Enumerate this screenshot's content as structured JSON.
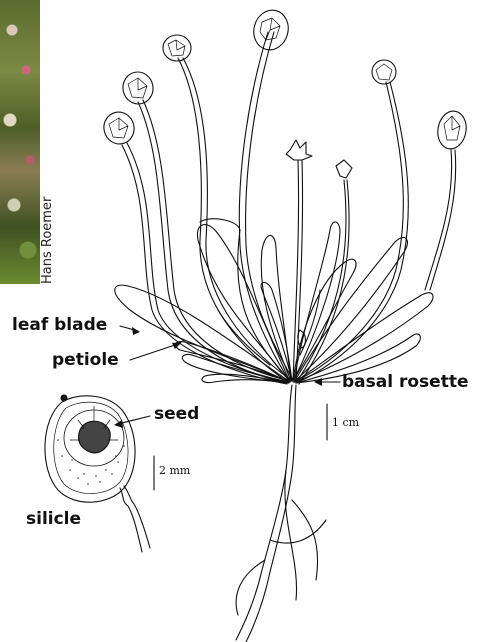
{
  "credit": "Hans Roemer",
  "labels": {
    "leaf_blade": "leaf blade",
    "petiole": "petiole",
    "basal_rosette": "basal rosette",
    "seed": "seed",
    "silicle": "silicle"
  },
  "scale_bars": {
    "plant": "1 cm",
    "silicle": "2 mm"
  }
}
